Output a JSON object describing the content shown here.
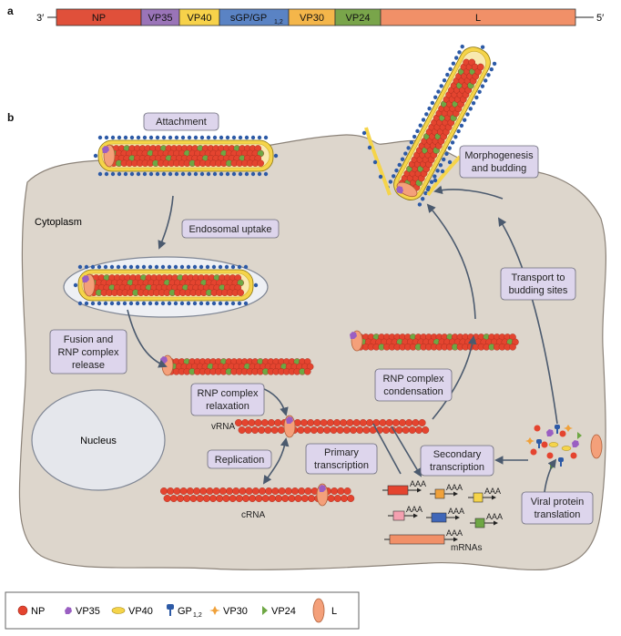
{
  "panels": {
    "a": "a",
    "b": "b"
  },
  "genome": {
    "end3": "3′",
    "end5": "5′",
    "genes": [
      {
        "name": "NP",
        "color": "#e0503a"
      },
      {
        "name": "VP35",
        "color": "#9a74b8"
      },
      {
        "name": "VP40",
        "color": "#f7d24a"
      },
      {
        "name": "sGP/GP",
        "sub": "1,2",
        "color": "#5a83c4"
      },
      {
        "name": "VP30",
        "color": "#f4b64a"
      },
      {
        "name": "VP24",
        "color": "#79a54a"
      },
      {
        "name": "L",
        "color": "#f19068"
      }
    ]
  },
  "labels": {
    "attachment": "Attachment",
    "cytoplasm": "Cytoplasm",
    "endosomal_uptake": "Endosomal uptake",
    "fusion_l1": "Fusion and",
    "fusion_l2": "RNP complex",
    "fusion_l3": "release",
    "nucleus": "Nucleus",
    "relax_l1": "RNP complex",
    "relax_l2": "relaxation",
    "vrna": "vRNA",
    "replication": "Replication",
    "crna": "cRNA",
    "primary_l1": "Primary",
    "primary_l2": "transcription",
    "condense_l1": "RNP complex",
    "condense_l2": "condensation",
    "secondary_l1": "Secondary",
    "secondary_l2": "transcription",
    "translation_l1": "Viral protein",
    "translation_l2": "translation",
    "transport_l1": "Transport to",
    "transport_l2": "budding sites",
    "morph_l1": "Morphogenesis",
    "morph_l2": "and budding",
    "mrnas": "mRNAs",
    "polya": "AAA"
  },
  "legend": {
    "np": "NP",
    "vp35": "VP35",
    "vp40": "VP40",
    "gp": "GP",
    "gp_sub": "1,2",
    "vp30": "VP30",
    "vp24": "VP24",
    "l": "L"
  },
  "colors": {
    "np": "#e4442f",
    "vp35": "#9a5fc2",
    "vp40": "#f5d44a",
    "gp": "#2d5aa6",
    "vp30": "#f0a13a",
    "vp24": "#6ea744",
    "l": "#f4a07a",
    "cell": "#ddd6cc",
    "nucleus": "#e5e7ec",
    "labelbox": "#ddd5ec"
  }
}
